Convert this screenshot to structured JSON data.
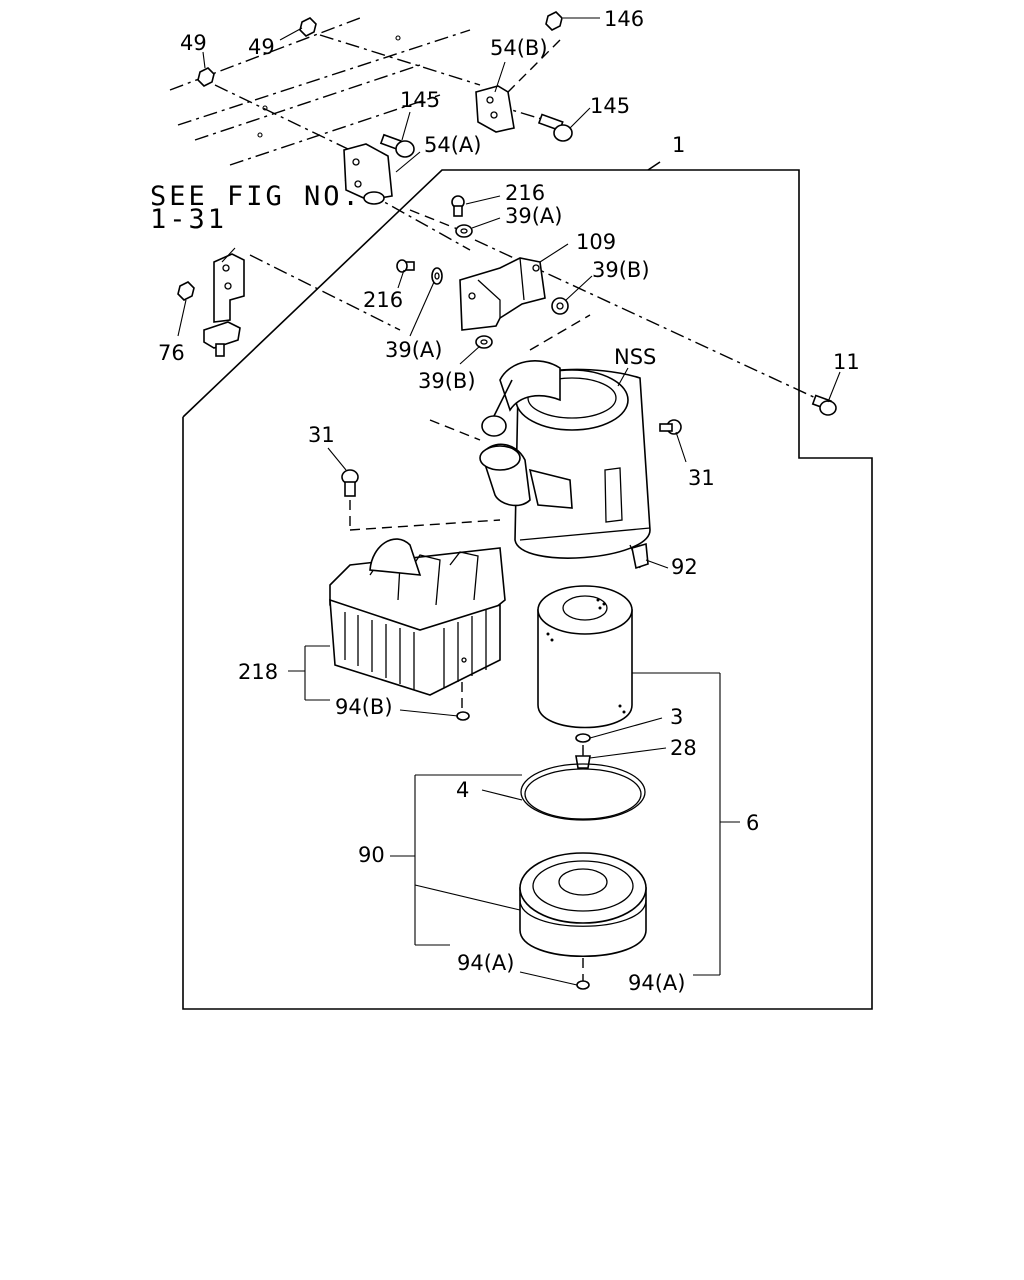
{
  "labels": {
    "l49a": "49",
    "l49b": "49",
    "l146": "146",
    "l54b": "54(B)",
    "l145a": "145",
    "l145b": "145",
    "l54a": "54(A)",
    "l1": "1",
    "see_fig_line1": "SEE FIG NO.",
    "see_fig_line2": "1-31",
    "l216a": "216",
    "l39a_top": "39(A)",
    "l109": "109",
    "l39b_right": "39(B)",
    "l216b": "216",
    "l76": "76",
    "l39a_low": "39(A)",
    "l39b_low": "39(B)",
    "lnss": "NSS",
    "l11": "11",
    "l31a": "31",
    "l31b": "31",
    "l92": "92",
    "l218": "218",
    "l94b": "94(B)",
    "l3": "3",
    "l28": "28",
    "l4": "4",
    "l6": "6",
    "l90": "90",
    "l94a_left": "94(A)",
    "l94a_right": "94(A)"
  }
}
